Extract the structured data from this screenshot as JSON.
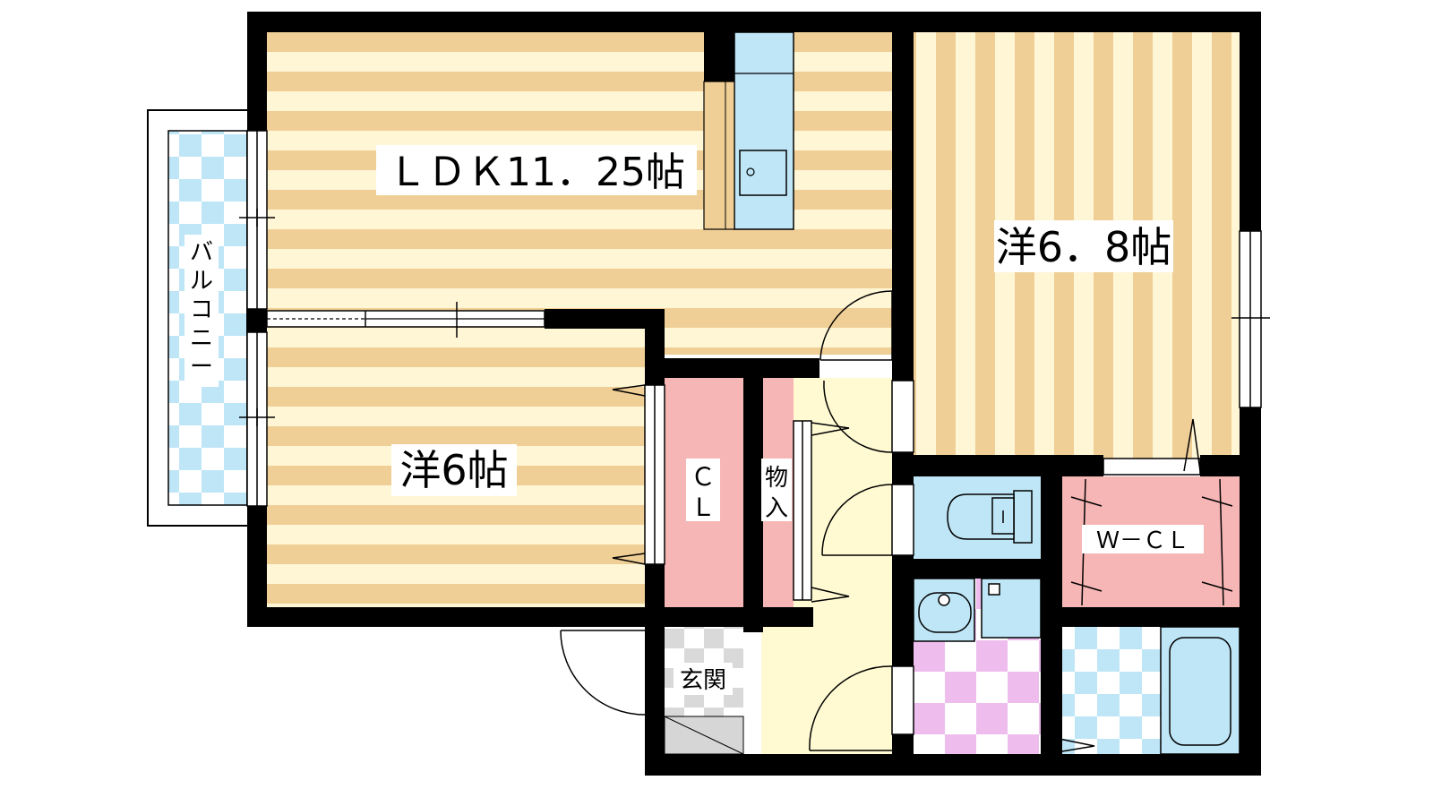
{
  "rooms": {
    "ldk": "ＬＤＫ11．25帖",
    "west_room": "洋6帖",
    "east_room": "洋6．8帖",
    "closet_cl": [
      "Ｃ",
      "Ｌ"
    ],
    "storage": [
      "物",
      "入"
    ],
    "walk_in_closet": "Ｗ－ＣＬ",
    "entrance": "玄関",
    "balcony": [
      "バ",
      "ル",
      "コ",
      "ニ",
      "ー"
    ]
  },
  "colors": {
    "wall": "#000000",
    "floor_wood_light": "#fff6d6",
    "floor_wood_dark": "#f0cf96",
    "storage_pink": "#f7b6b6",
    "wet_area_blue": "#bfe6f6",
    "washroom_tile": "#eebdee",
    "hallway": "#fffad2",
    "entrance_tile": "#d6d6d6"
  }
}
